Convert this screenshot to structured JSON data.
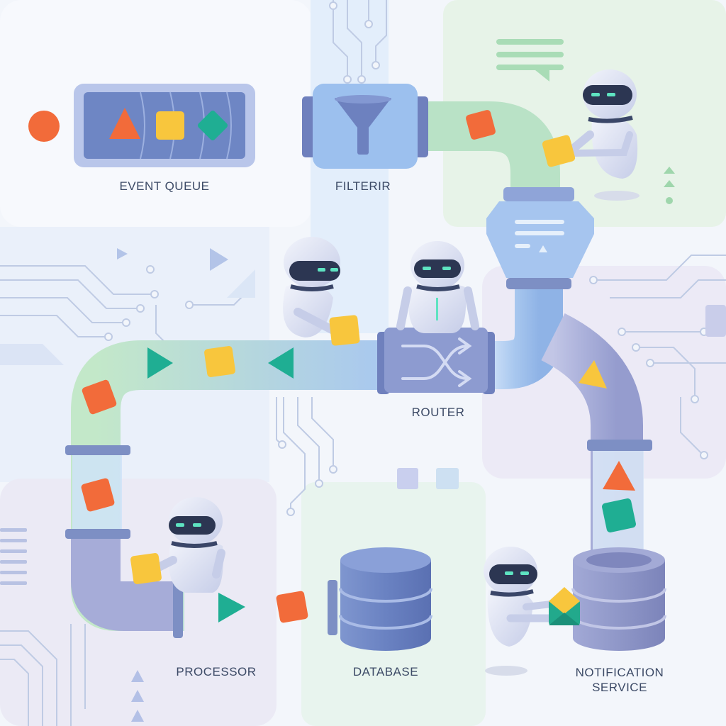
{
  "labels": {
    "event_queue": "EVENT QUEUE",
    "filter": "FILTERIR",
    "router": "ROUTER",
    "processor": "PROCESSOR",
    "database": "DATABASE",
    "notification_line1": "NOTIFICATION",
    "notification_line2": "SERVICE"
  },
  "colors": {
    "background": "#f3f6fb",
    "pipe_blue": "#a9c8ef",
    "pipe_green": "#b9e2c6",
    "pipe_purple": "#a9aed8",
    "coupling": "#7d8fc4",
    "queue_fill": "#6e86c4",
    "filter_fill": "#8fb5ea",
    "router_fill": "#8d9bd0",
    "database_fill": "#6c84c2",
    "notification_fill": "#8f97c8",
    "robot_body": "#dfe4f4",
    "robot_visor": "#2c3652",
    "robot_eye": "#5ee3c1",
    "packet_orange": "#f26b3a",
    "packet_yellow": "#f8c63d",
    "packet_teal": "#1fae93",
    "label_text": "#3c4a66"
  },
  "icons": [
    "funnel-icon",
    "shuffle-icon",
    "envelope-icon"
  ]
}
